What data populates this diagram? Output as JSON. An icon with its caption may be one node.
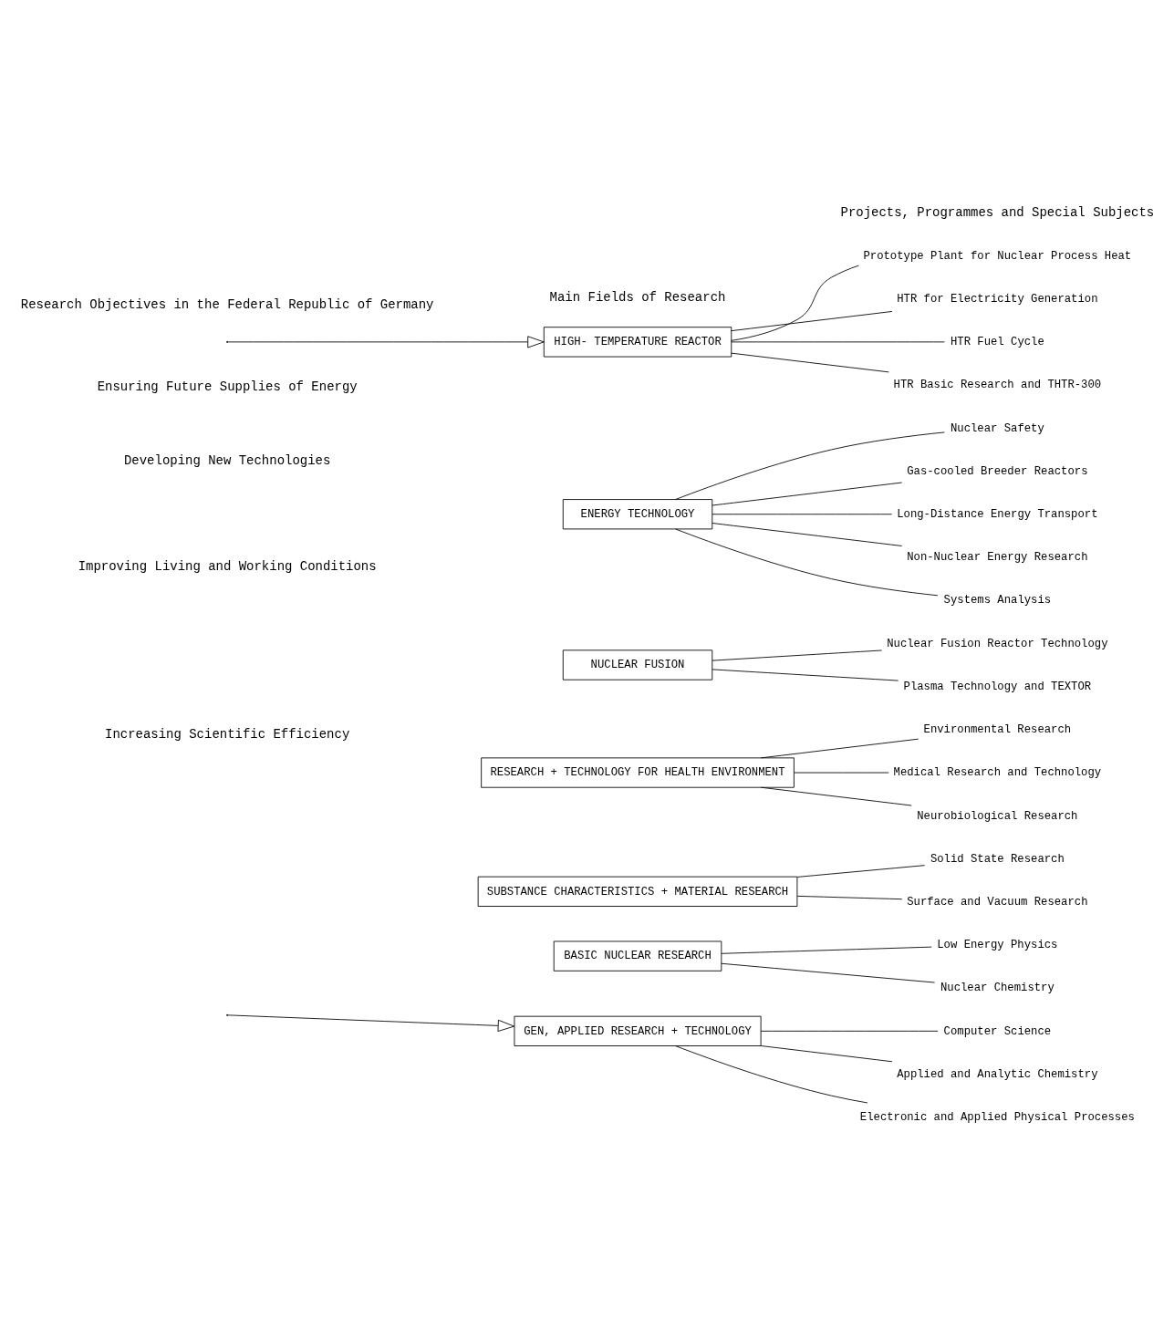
{
  "diagram": {
    "nodes": [
      {
        "text": [
          "HIGH- TEMPERATURE REACTOR"
        ]
      },
      {
        "text": [
          "Prototype Plant for Nuclear Process Heat"
        ]
      },
      {
        "text": [
          "HTR for Electricity Generation"
        ]
      },
      {
        "text": [
          "HTR Fuel Cycle"
        ]
      },
      {
        "text": [
          "HTR Basic Research and THTR-300"
        ]
      },
      {
        "text": [
          "ENERGY TECHNOLOGY"
        ]
      },
      {
        "text": [
          "Nuclear Safety"
        ]
      },
      {
        "text": [
          "Gas-cooled Breeder Reactors"
        ]
      },
      {
        "text": [
          "Long-Distance Energy Transport"
        ]
      },
      {
        "text": [
          "Non-Nuclear Energy Research"
        ]
      },
      {
        "text": [
          "Systems Analysis"
        ]
      },
      {
        "text": [
          "NUCLEAR FUSION"
        ]
      },
      {
        "text": [
          "Nuclear Fusion Reactor Technology"
        ]
      },
      {
        "text": [
          "Plasma Technology and TEXTOR"
        ]
      },
      {
        "text": [
          "RESEARCH + TECHNOLOGY FOR HEALTH ENVIRONMENT"
        ]
      },
      {
        "text": [
          "Environmental Research"
        ]
      },
      {
        "text": [
          "Medical Research and Technology"
        ]
      },
      {
        "text": [
          "Neurobiological Research"
        ]
      },
      {
        "text": [
          "SUBSTANCE CHARACTERISTICS + MATERIAL RESEARCH"
        ]
      },
      {
        "text": [
          "Solid State Research"
        ]
      },
      {
        "text": [
          "Surface and Vacuum Research"
        ]
      },
      {
        "text": [
          "BASIC NUCLEAR RESEARCH"
        ]
      },
      {
        "text": [
          "Low Energy Physics"
        ]
      },
      {
        "text": [
          "Nuclear Chemistry"
        ]
      },
      {
        "text": [
          "GEN, APPLIED RESEARCH + TECHNOLOGY"
        ]
      },
      {
        "text": [
          "Computer Science"
        ]
      },
      {
        "text": [
          "Applied and Analytic Chemistry"
        ]
      },
      {
        "text": [
          "Electronic and Applied Physical Processes"
        ]
      }
    ],
    "edges": [
      {
        "from": null,
        "to": 0,
        "arrow": "to"
      },
      {
        "from": null,
        "to": 24,
        "arrow": "to"
      },
      {
        "from": 0,
        "to": 1,
        "arrow": "none"
      },
      {
        "from": 0,
        "to": 2,
        "arrow": "none"
      },
      {
        "from": 0,
        "to": 3,
        "arrow": "none"
      },
      {
        "from": 0,
        "to": 4,
        "arrow": "none"
      },
      {
        "from": 5,
        "to": 6,
        "arrow": "none"
      },
      {
        "from": 5,
        "to": 7,
        "arrow": "none"
      },
      {
        "from": 5,
        "to": 8,
        "arrow": "none"
      },
      {
        "from": 5,
        "to": 9,
        "arrow": "none"
      },
      {
        "from": 5,
        "to": 10,
        "arrow": "none"
      },
      {
        "from": 11,
        "to": 12,
        "arrow": "none"
      },
      {
        "from": 11,
        "to": 13,
        "arrow": "none"
      },
      {
        "from": 14,
        "to": 15,
        "arrow": "none"
      },
      {
        "from": 14,
        "to": 16,
        "arrow": "none"
      },
      {
        "from": 14,
        "to": 17,
        "arrow": "none"
      },
      {
        "from": 18,
        "to": 19,
        "arrow": "none"
      },
      {
        "from": 18,
        "to": 20,
        "arrow": "none"
      },
      {
        "from": 21,
        "to": 22,
        "arrow": "none"
      },
      {
        "from": 21,
        "to": 23,
        "arrow": "none"
      },
      {
        "from": 24,
        "to": 25,
        "arrow": "none"
      },
      {
        "from": 24,
        "to": 26,
        "arrow": "none"
      },
      {
        "from": 24,
        "to": 27,
        "arrow": "none"
      }
    ],
    "labels": [
      "Research Objectives in the Federal Republic of Germany",
      "Main Fields of Research",
      "Projects, Programmes and Special Subjects",
      "Ensuring Future Supplies of Energy",
      "Developing New Technologies",
      "Improving Living and Working Conditions",
      "Increasing Scientific Efficiency"
    ]
  }
}
